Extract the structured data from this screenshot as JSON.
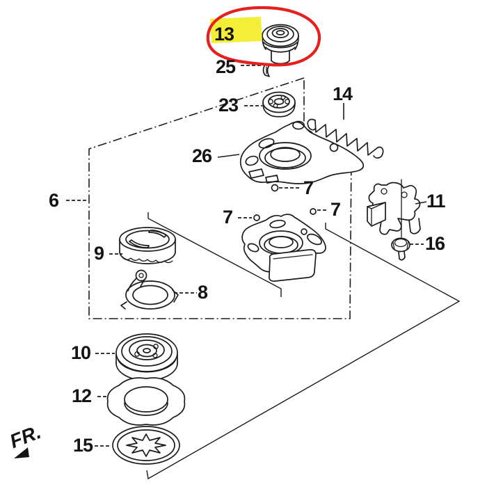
{
  "diagram": {
    "type": "exploded-parts-diagram",
    "orientation_marker": "FR.",
    "highlighted_ref": "13",
    "visible_refs": [
      "13",
      "25",
      "23",
      "14",
      "26",
      "6",
      "7",
      "7",
      "7",
      "11",
      "16",
      "9",
      "8",
      "10",
      "12",
      "15"
    ],
    "colors": {
      "background": "#ffffff",
      "linework": "#1b1b1b",
      "highlight_fill": "#f3ee38",
      "highlight_ring": "#e6201e"
    },
    "labels": {
      "p6": "6",
      "p7": "7",
      "p8": "8",
      "p9": "9",
      "p10": "10",
      "p11": "11",
      "p12": "12",
      "p13": "13",
      "p14": "14",
      "p15": "15",
      "p16": "16",
      "p23": "23",
      "p25": "25",
      "p26": "26"
    }
  }
}
